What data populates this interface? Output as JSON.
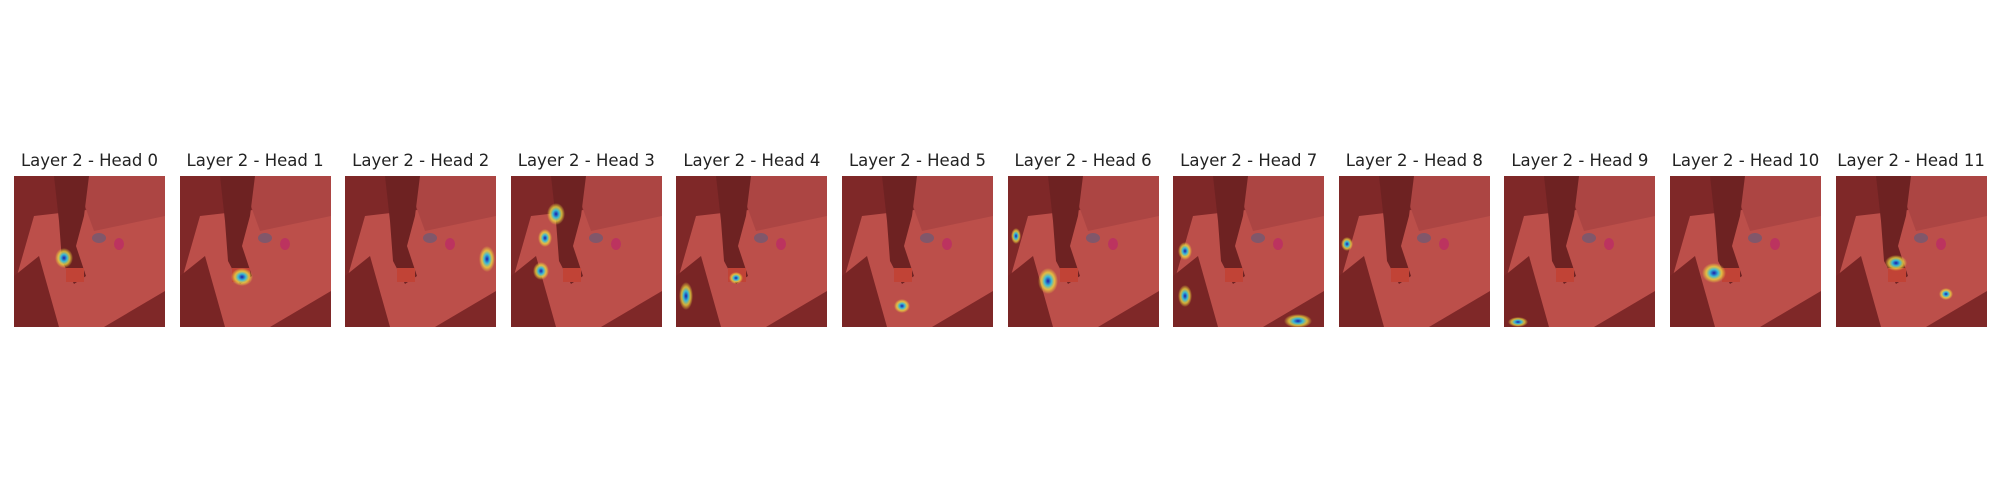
{
  "figure": {
    "panels": [
      {
        "title": "Layer 2 - Head 0"
      },
      {
        "title": "Layer 2 - Head 1"
      },
      {
        "title": "Layer 2 - Head 2"
      },
      {
        "title": "Layer 2 - Head 3"
      },
      {
        "title": "Layer 2 - Head 4"
      },
      {
        "title": "Layer 2 - Head 5"
      },
      {
        "title": "Layer 2 - Head 6"
      },
      {
        "title": "Layer 2 - Head 7"
      },
      {
        "title": "Layer 2 - Head 8"
      },
      {
        "title": "Layer 2 - Head 9"
      },
      {
        "title": "Layer 2 - Head 10"
      },
      {
        "title": "Layer 2 - Head 11"
      }
    ],
    "colors": {
      "overlay_base": "#c2413f",
      "hotspot_high": "#1a1aa8",
      "hotspot_mid": "#33c0e0",
      "hotspot_low": "#f0e040"
    }
  }
}
